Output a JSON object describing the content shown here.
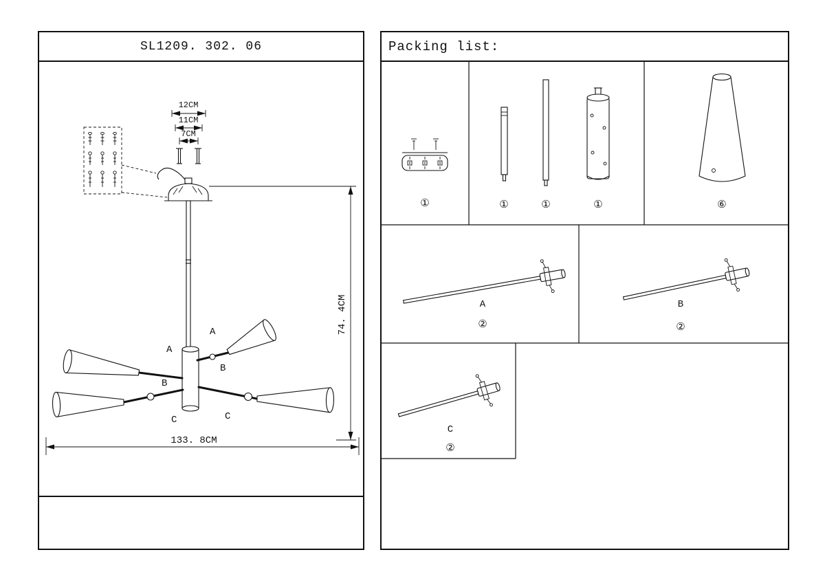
{
  "left_panel": {
    "title": "SL1209. 302. 06",
    "dims": {
      "d12": "12CM",
      "d11": "11CM",
      "d7": "7CM",
      "height": "74. 4CM",
      "width": "133. 8CM"
    },
    "labels": {
      "a1": "A",
      "a2": "A",
      "b1": "B",
      "b2": "B",
      "c1": "C",
      "c2": "C"
    }
  },
  "packing": {
    "title": "Packing list:",
    "items": [
      {
        "name": "ceiling-canopy",
        "qty": "①"
      },
      {
        "name": "rod-short",
        "qty": "①"
      },
      {
        "name": "rod-long",
        "qty": "①"
      },
      {
        "name": "socket-cylinder",
        "qty": "①"
      },
      {
        "name": "cone-shade",
        "qty": "⑥"
      },
      {
        "name": "arm-a",
        "label": "A",
        "qty": "②"
      },
      {
        "name": "arm-b",
        "label": "B",
        "qty": "②"
      },
      {
        "name": "arm-c",
        "label": "C",
        "qty": "②"
      }
    ]
  }
}
